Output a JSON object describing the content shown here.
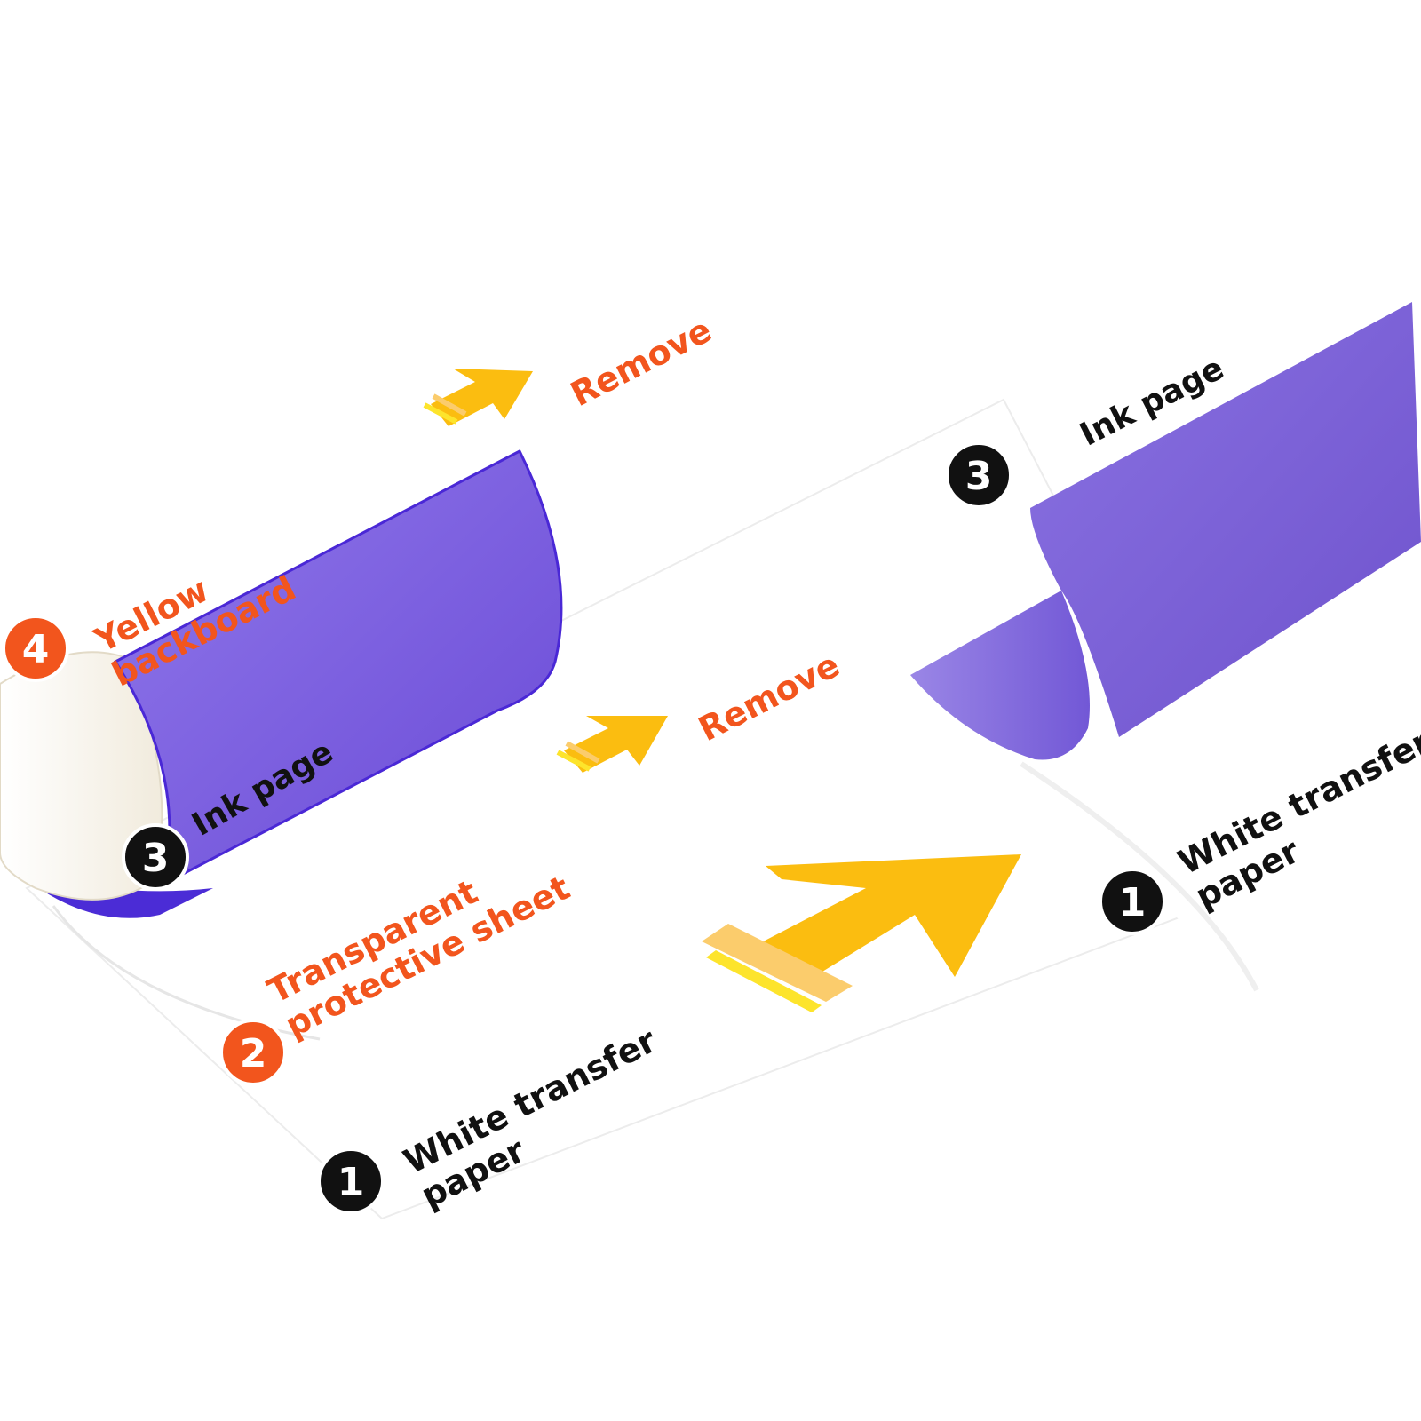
{
  "colors": {
    "ink_purple": "#7a5fde",
    "ink_purple_dark": "#5a2fd8",
    "arrow_yellow": "#fbbd10",
    "stripe_yellow": "#fde42c",
    "stripe_light": "#fbcc6c",
    "label_orange": "#f2551d",
    "label_black": "#111111",
    "backboard_cream": "#f6f1e6"
  },
  "left_assembly": {
    "badges": [
      {
        "number": "4",
        "style": "orange"
      },
      {
        "number": "3",
        "style": "black"
      },
      {
        "number": "2",
        "style": "orange"
      },
      {
        "number": "1",
        "style": "black"
      }
    ],
    "labels": {
      "yellow_backboard": "Yellow\nbackboard",
      "ink_page": "Ink page",
      "transparent_sheet": "Transparent\nprotective sheet",
      "white_transfer": "White transfer\npaper",
      "remove_top": "Remove",
      "remove_middle": "Remove"
    }
  },
  "right_assembly": {
    "badges": [
      {
        "number": "3",
        "style": "black"
      },
      {
        "number": "1",
        "style": "black"
      }
    ],
    "labels": {
      "ink_page": "Ink page",
      "white_transfer": "White transfer\npaper"
    }
  },
  "icons": [
    "upward-arrow-icon",
    "number-badge-icon"
  ]
}
